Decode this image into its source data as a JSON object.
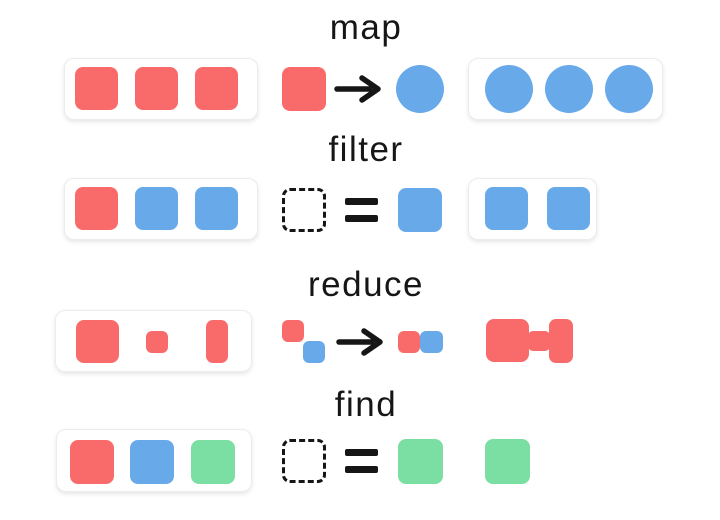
{
  "colors": {
    "red": "#f96b6b",
    "blue": "#68a9ea",
    "green": "#7bdfa4",
    "ink": "#161616",
    "card_bg": "#ffffff",
    "card_border": "#ececec",
    "canvas_bg": "#ffffff"
  },
  "rows": [
    {
      "title": "map",
      "input_card_shapes": [
        "red-square",
        "red-square",
        "red-square"
      ],
      "operation": {
        "from": "red-square",
        "symbol": "arrow-right",
        "to": "blue-circle"
      },
      "output_card_shapes": [
        "blue-circle",
        "blue-circle",
        "blue-circle"
      ]
    },
    {
      "title": "filter",
      "input_card_shapes": [
        "red-square",
        "blue-square",
        "blue-square"
      ],
      "operation": {
        "from": "dashed-placeholder-square",
        "symbol": "equals",
        "to": "blue-square"
      },
      "output_card_shapes": [
        "blue-square",
        "blue-square"
      ]
    },
    {
      "title": "reduce",
      "input_card_shapes": [
        "red-square-large",
        "red-square-small",
        "red-rect-tall"
      ],
      "operation": {
        "from": "red-square-small + blue-square-small stacked diagonally",
        "symbol": "arrow-right",
        "to": "red-square-small + blue-square-small merged"
      },
      "output_shapes": [
        "red-merged-composite (large square + small square + tall rect)"
      ]
    },
    {
      "title": "find",
      "input_card_shapes": [
        "red-square",
        "blue-square",
        "green-square"
      ],
      "operation": {
        "from": "dashed-placeholder-square",
        "symbol": "equals",
        "to": "green-square"
      },
      "output_shapes": [
        "green-square"
      ]
    }
  ]
}
